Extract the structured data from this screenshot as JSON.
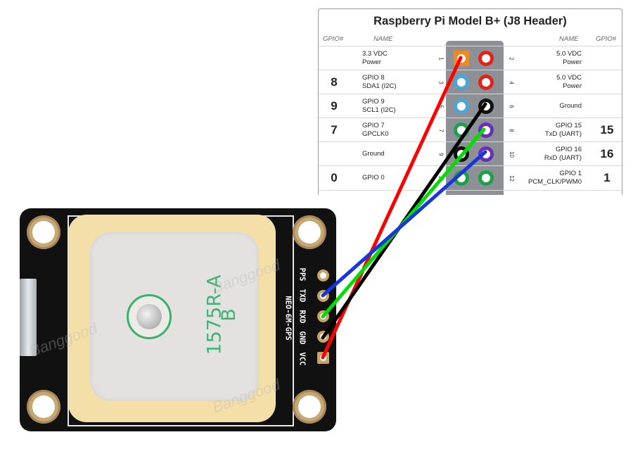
{
  "pi_header": {
    "title": "Raspberry Pi Model B+ (J8 Header)",
    "col_gpio": "GPIO#",
    "col_name": "NAME",
    "rows": [
      {
        "lgpio": "",
        "lname": "3.3 VDC\nPower",
        "lpin": "1",
        "lcolor": "#f08a1a",
        "rpin": "2",
        "rcolor": "#e2231a",
        "rname": "5.0 VDC\nPower",
        "rgpio": ""
      },
      {
        "lgpio": "8",
        "lname": "GPIO 8\nSDA1 (I2C)",
        "lpin": "3",
        "lcolor": "#4aa5dd",
        "rpin": "4",
        "rcolor": "#e2231a",
        "rname": "5.0 VDC\nPower",
        "rgpio": ""
      },
      {
        "lgpio": "9",
        "lname": "GPIO 9\nSCL1 (I2C)",
        "lpin": "5",
        "lcolor": "#4aa5dd",
        "rpin": "6",
        "rcolor": "#111111",
        "rname": "Ground",
        "rgpio": ""
      },
      {
        "lgpio": "7",
        "lname": "GPIO 7\nGPCLK0",
        "lpin": "7",
        "lcolor": "#1aa24a",
        "rpin": "8",
        "rcolor": "#6a2fb6",
        "rname": "GPIO 15\nTxD (UART)",
        "rgpio": "15"
      },
      {
        "lgpio": "",
        "lname": "Ground",
        "lpin": "9",
        "lcolor": "#111111",
        "rpin": "10",
        "rcolor": "#6a2fb6",
        "rname": "GPIO 16\nRxD (UART)",
        "rgpio": "16"
      },
      {
        "lgpio": "0",
        "lname": "GPIO 0",
        "lpin": "11",
        "lcolor": "#1aa24a",
        "rpin": "12",
        "rcolor": "#1aa24a",
        "rname": "GPIO 1\nPCM_CLK/PWM0",
        "rgpio": "1"
      }
    ]
  },
  "gps_module": {
    "pins": [
      "PPS",
      "TXD",
      "RXD",
      "GND",
      "VCC"
    ],
    "model": "NEO-6M-GPS",
    "antenna_line1": "1575R-A",
    "antenna_line2": "B",
    "watermark": "Banggood"
  },
  "wires": [
    {
      "from": "VCC",
      "to": "1",
      "color": "#ff0000"
    },
    {
      "from": "GND",
      "to": "6",
      "color": "#000000"
    },
    {
      "from": "RXD",
      "to": "8",
      "color": "#00dd00"
    },
    {
      "from": "TXD",
      "to": "10",
      "color": "#1836e0"
    }
  ]
}
